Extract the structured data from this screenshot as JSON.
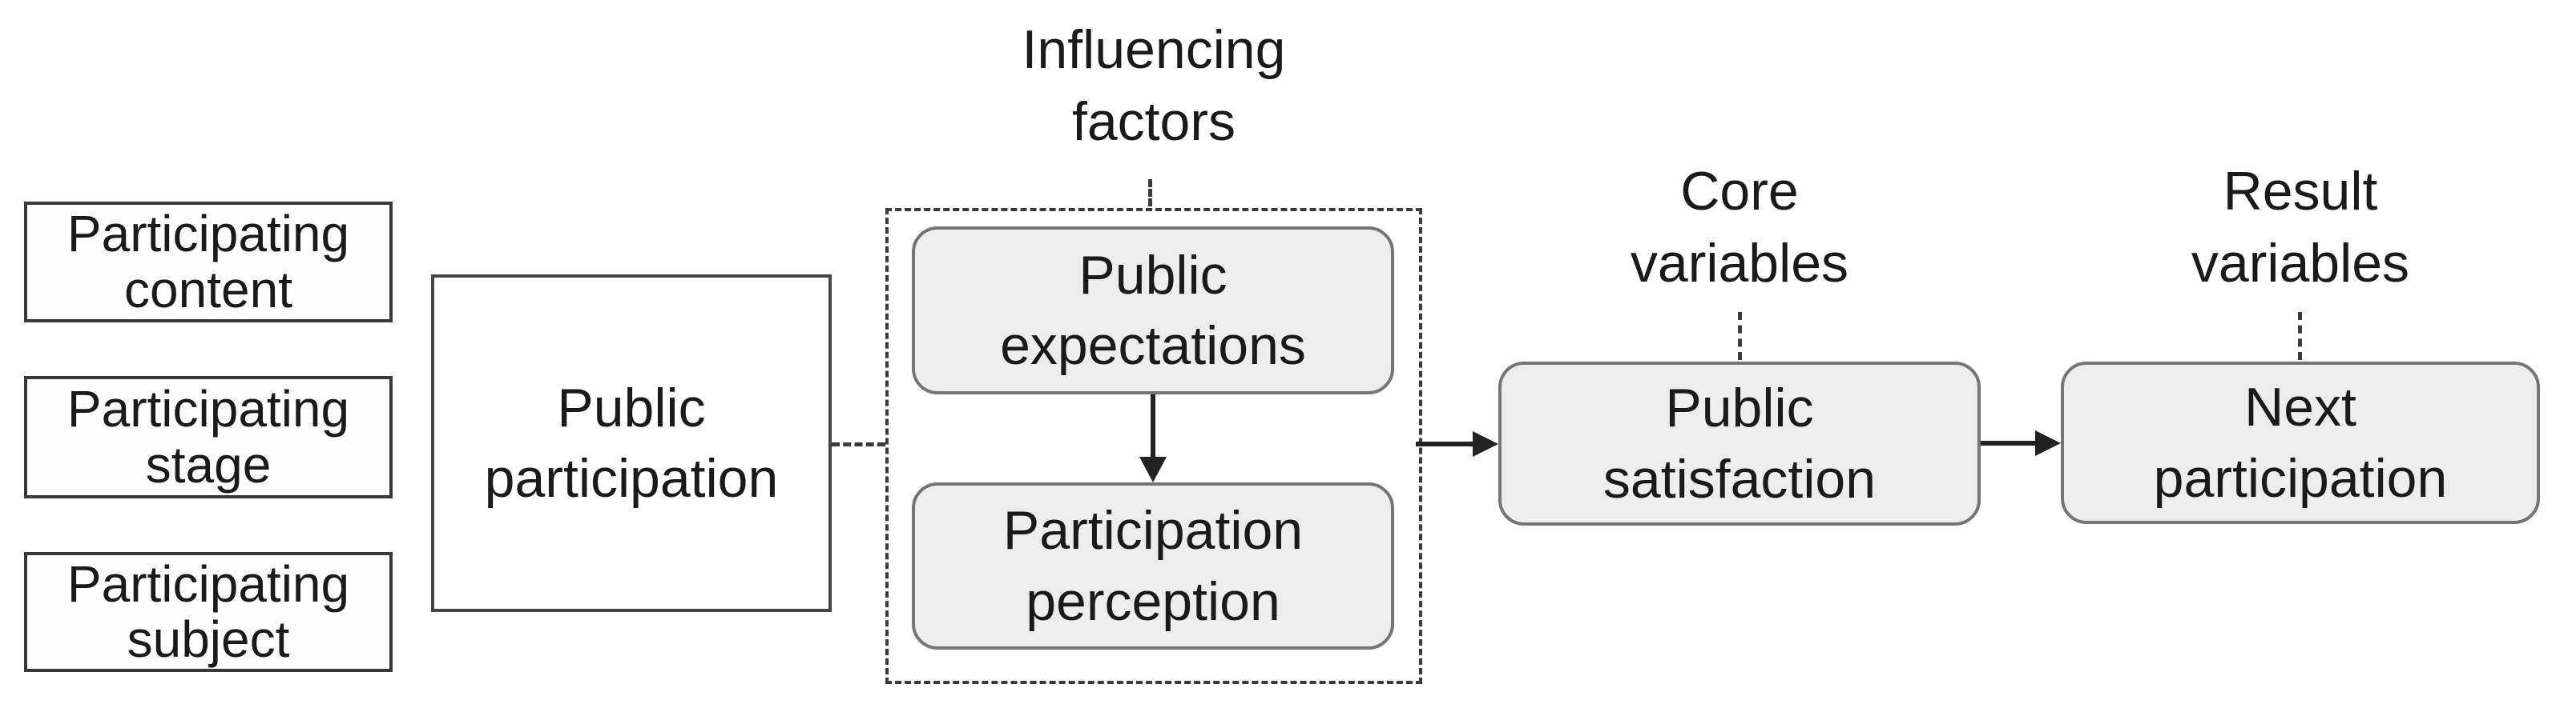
{
  "nodes": {
    "participating_content": {
      "label": "Participating\ncontent"
    },
    "participating_stage": {
      "label": "Participating\nstage"
    },
    "participating_subject": {
      "label": "Participating\nsubject"
    },
    "public_participation": {
      "label": "Public\nparticipation"
    },
    "public_expectations": {
      "label": "Public\nexpectations"
    },
    "participation_perception": {
      "label": "Participation\nperception"
    },
    "public_satisfaction": {
      "label": "Public\nsatisfaction"
    },
    "next_participation": {
      "label": "Next\nparticipation"
    }
  },
  "annotations": {
    "influencing_factors": {
      "label": "Influencing\nfactors"
    },
    "core_variables": {
      "label": "Core\nvariables"
    },
    "result_variables": {
      "label": "Result\nvariables"
    }
  },
  "colors": {
    "node_fill": "#ededed",
    "node_border": "#757575",
    "square_border": "#383838",
    "dashed_line": "#3a3a3a",
    "arrow": "#222222",
    "text": "#1a1a1a",
    "background": "#ffffff"
  }
}
